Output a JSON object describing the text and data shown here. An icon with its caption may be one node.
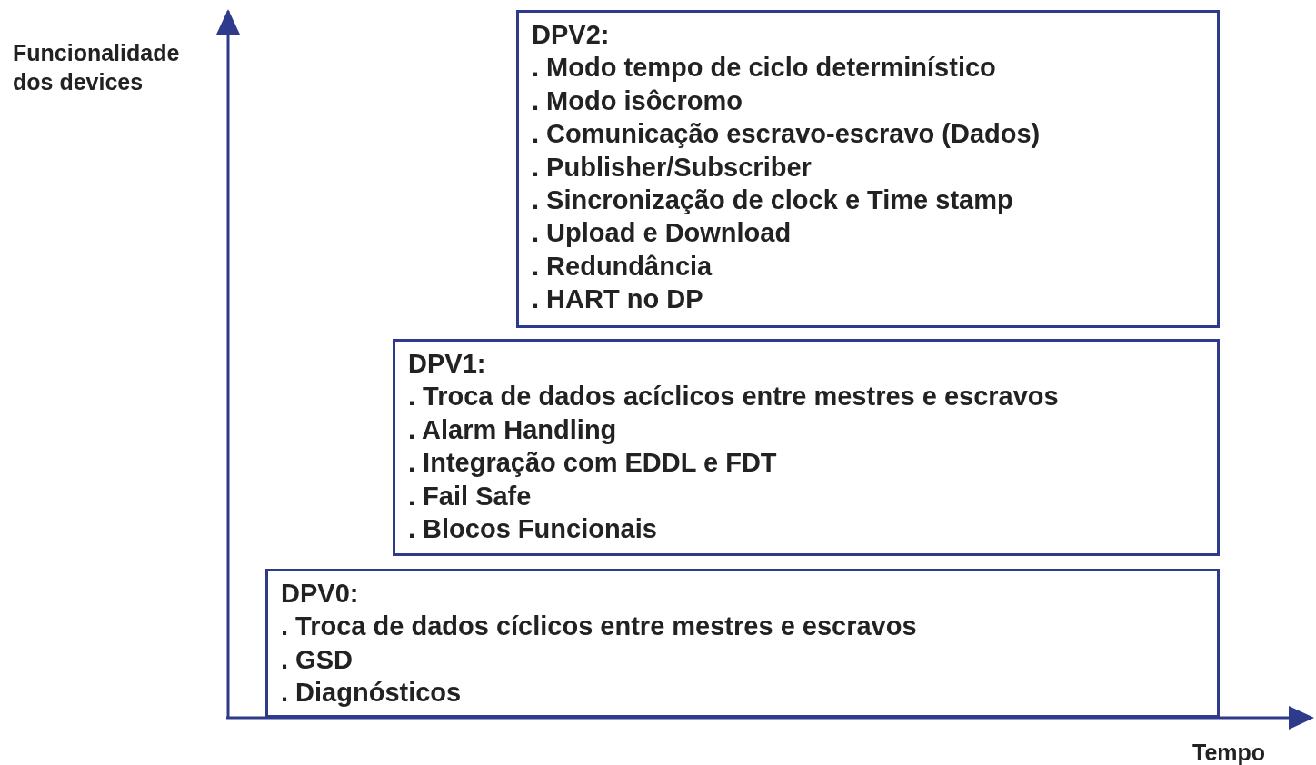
{
  "diagram": {
    "nodes": [
      {
        "text": [
          "DPV2:",
          ". Modo tempo de ciclo determinístico",
          ". Modo isôcromo",
          ". Comunicação escravo-escravo (Dados)",
          ". Publisher/Subscriber",
          ". Sincronização de clock e Time stamp",
          ". Upload e Download",
          ". Redundância",
          ". HART no DP"
        ]
      },
      {
        "text": [
          "DPV1:",
          ". Troca de dados acíclicos entre mestres e escravos",
          ". Alarm Handling",
          ". Integração com EDDL e FDT",
          ". Fail Safe",
          ". Blocos Funcionais"
        ]
      },
      {
        "text": [
          "DPV0:",
          ". Troca de dados cíclicos entre mestres e escravos",
          ". GSD",
          ". Diagnósticos"
        ]
      }
    ],
    "edges": [],
    "labels": [
      "Funcionalidade dos devices",
      "Tempo"
    ]
  }
}
